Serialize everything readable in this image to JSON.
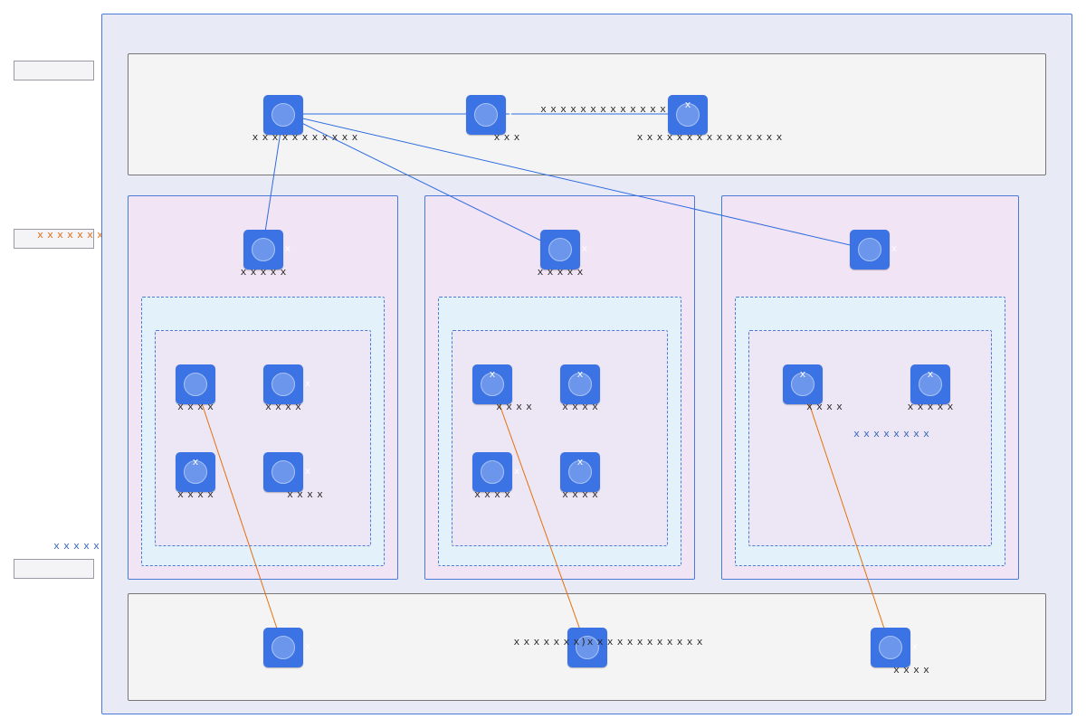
{
  "legend": {
    "boxes": [
      "",
      "",
      ""
    ],
    "annotation_orange": "ｘｘｘｘｘｘｘｘｘｘｘｘ",
    "annotation_blue": "ｘｘｘｘｘｘ"
  },
  "top_band": {
    "node_a_label": "ｘｘｘｘｘｘｘｘｘｘｘ",
    "node_a_glyph": "",
    "node_b_label": "ｘｘｘ",
    "node_b_glyph": "",
    "node_b_side": "ｘ",
    "edge_label": "ｘｘｘｘｘｘｘｘｘｘｘｘｘｘ",
    "node_c_label": "ｘｘｘｘｘｘｘｘｘｘｘｘｘｘｘ",
    "node_c_glyph": "ｘ"
  },
  "zones": [
    {
      "head_label": "ｘｘｘｘｘ",
      "head_side": "ｘ",
      "nodes": [
        {
          "label": "ｘｘｘｘ",
          "glyph": "",
          "side": ""
        },
        {
          "label": "ｘｘｘｘ",
          "glyph": "",
          "side": "ｘ"
        },
        {
          "label": "ｘｘｘｘ",
          "glyph": "ｘ",
          "side": ""
        },
        {
          "label": "ｘｘｘｘ",
          "glyph": "",
          "side": "ｘ"
        }
      ]
    },
    {
      "head_label": "ｘｘｘｘｘ",
      "head_side": "ｘ",
      "nodes": [
        {
          "label": "ｘｘｘｘ",
          "glyph": "ｘ",
          "side": ""
        },
        {
          "label": "ｘｘｘｘ",
          "glyph": "ｘ",
          "side": ""
        },
        {
          "label": "ｘｘｘｘ",
          "glyph": "",
          "side": "ｘ"
        },
        {
          "label": "ｘｘｘｘ",
          "glyph": "ｘ",
          "side": ""
        }
      ]
    },
    {
      "head_label": "",
      "head_side": "ｘ",
      "nodes": [
        {
          "label": "ｘｘｘｘ",
          "glyph": "ｘ",
          "side": ""
        },
        {
          "label": "ｘｘｘｘｘ",
          "glyph": "ｘ",
          "side": ""
        }
      ],
      "subnet_note": "ｘｘｘｘｘｘｘｘ"
    }
  ],
  "bottom_band": {
    "node_1_side": "ｘ",
    "node_2_label": "ｘｘｘｘｘｘｘ)ｘｘｘｘｘｘｘｘｘｘｘｘ",
    "node_3_label": "ｘｘｘｘ",
    "node_3_side": "ｘ"
  },
  "colors": {
    "node": "#3b73e4",
    "edge_blue": "#2f6be0",
    "edge_orange": "#e2720f",
    "arrow_head": "#555555",
    "outer_bg": "#e8eaf6",
    "zone_bg": "#f1e4f5",
    "vpc_bg": "#e3f1fb"
  }
}
